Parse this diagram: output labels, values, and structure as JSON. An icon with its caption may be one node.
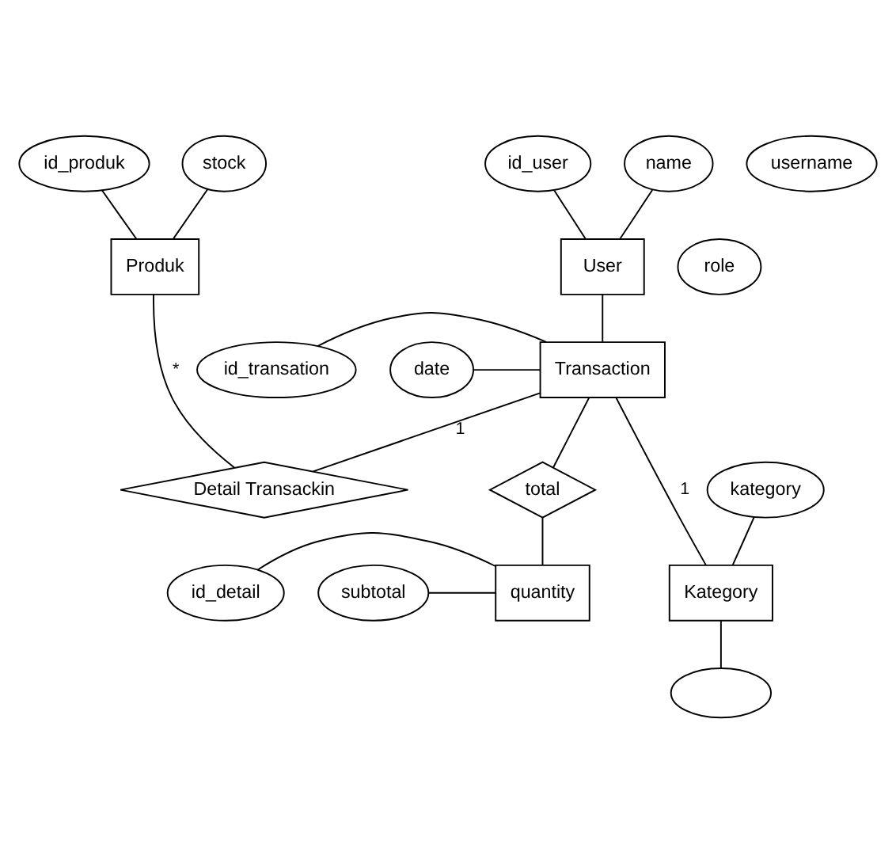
{
  "diagram": {
    "nodes": [
      {
        "text": [
          "id_user"
        ]
      },
      {
        "text": [
          "name"
        ]
      },
      {
        "text": [
          "username"
        ]
      },
      {
        "text": [
          "role"
        ]
      },
      {
        "text": [
          "User"
        ]
      },
      {
        "text": [
          "id_produk"
        ]
      },
      {
        "text": [
          "stock"
        ]
      },
      {
        "text": [
          "Produk"
        ]
      },
      {
        "text": [
          "Detail Transackin"
        ]
      },
      {
        "text": [
          "id_transation"
        ]
      },
      {
        "text": [
          "Transaction"
        ]
      },
      {
        "text": [
          "date"
        ]
      },
      {
        "text": [
          "total"
        ]
      },
      {
        "text": [
          "kategory"
        ]
      },
      {
        "text": [
          "id_detail"
        ]
      },
      {
        "text": [
          "quantity"
        ]
      },
      {
        "text": [
          "subtotal"
        ]
      },
      {
        "text": [
          "Kategory"
        ]
      },
      {
        "text": [],
        "shape": "ellipse"
      }
    ],
    "edges": [
      {
        "from": 0,
        "to": 4,
        "arrow": "none"
      },
      {
        "from": 1,
        "to": 4,
        "arrow": "none"
      },
      {
        "from": 5,
        "to": 7,
        "arrow": "none"
      },
      {
        "from": 6,
        "to": 7,
        "arrow": "none"
      },
      {
        "from": 4,
        "to": 10,
        "arrow": "none"
      },
      {
        "from": 10,
        "to": 8,
        "label": "1",
        "arrow": "none"
      },
      {
        "from": 8,
        "to": 7,
        "label": "*",
        "arrow": "none"
      },
      {
        "from": 9,
        "to": 10,
        "arrow": "none"
      },
      {
        "from": 11,
        "to": 10,
        "arrow": "none"
      },
      {
        "from": 10,
        "to": 12,
        "arrow": "none"
      },
      {
        "from": 10,
        "to": 17,
        "label": "1",
        "arrow": "none"
      },
      {
        "from": 13,
        "to": 17,
        "arrow": "none"
      },
      {
        "from": 12,
        "to": 15,
        "arrow": "none"
      },
      {
        "from": 14,
        "to": 15,
        "arrow": "none"
      },
      {
        "from": 16,
        "to": 15,
        "arrow": "none"
      },
      {
        "from": 17,
        "to": 18,
        "arrow": "none"
      }
    ]
  }
}
